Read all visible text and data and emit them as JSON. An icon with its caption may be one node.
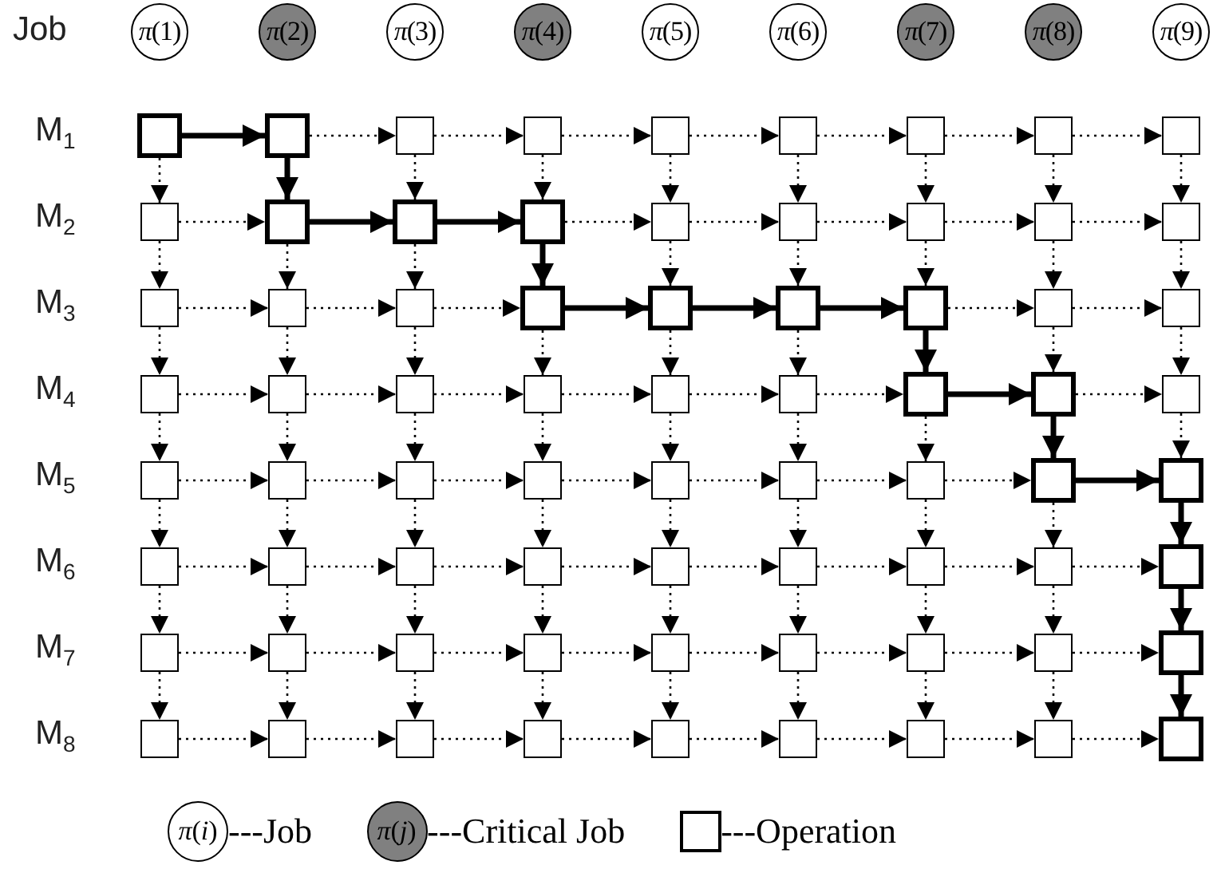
{
  "diagram": {
    "nodes": [
      {
        "text": [
          "*π*(1)"
        ]
      },
      {
        "text": [
          "*π*(2)"
        ]
      },
      {
        "text": [
          "*π*(3)"
        ]
      },
      {
        "text": [
          "*π*(4)"
        ]
      },
      {
        "text": [
          "*π*(5)"
        ]
      },
      {
        "text": [
          "*π*(6)"
        ]
      },
      {
        "text": [
          "*π*(7)"
        ]
      },
      {
        "text": [
          "*π*(8)"
        ]
      },
      {
        "text": [
          "*π*(9)"
        ]
      },
      {
        "text": [],
        "shape": "box"
      },
      {
        "text": [],
        "shape": "box"
      },
      {
        "text": [],
        "shape": "box"
      },
      {
        "text": [],
        "shape": "box"
      },
      {
        "text": [],
        "shape": "box"
      },
      {
        "text": [],
        "shape": "box"
      },
      {
        "text": [],
        "shape": "box"
      },
      {
        "text": [],
        "shape": "box"
      },
      {
        "text": [],
        "shape": "box"
      },
      {
        "text": [],
        "shape": "box"
      },
      {
        "text": [],
        "shape": "box"
      },
      {
        "text": [],
        "shape": "box"
      },
      {
        "text": [],
        "shape": "box"
      },
      {
        "text": [],
        "shape": "box"
      },
      {
        "text": [],
        "shape": "box"
      },
      {
        "text": [],
        "shape": "box"
      },
      {
        "text": [],
        "shape": "box"
      },
      {
        "text": [],
        "shape": "box"
      },
      {
        "text": [],
        "shape": "box"
      },
      {
        "text": [],
        "shape": "box"
      },
      {
        "text": [],
        "shape": "box"
      },
      {
        "text": [],
        "shape": "box"
      },
      {
        "text": [],
        "shape": "box"
      },
      {
        "text": [],
        "shape": "box"
      },
      {
        "text": [],
        "shape": "box"
      },
      {
        "text": [],
        "shape": "box"
      },
      {
        "text": [],
        "shape": "box"
      },
      {
        "text": [],
        "shape": "box"
      },
      {
        "text": [],
        "shape": "box"
      },
      {
        "text": [],
        "shape": "box"
      },
      {
        "text": [],
        "shape": "box"
      },
      {
        "text": [],
        "shape": "box"
      },
      {
        "text": [],
        "shape": "box"
      },
      {
        "text": [],
        "shape": "box"
      },
      {
        "text": [],
        "shape": "box"
      },
      {
        "text": [],
        "shape": "box"
      },
      {
        "text": [],
        "shape": "box"
      },
      {
        "text": [],
        "shape": "box"
      },
      {
        "text": [],
        "shape": "box"
      },
      {
        "text": [],
        "shape": "box"
      },
      {
        "text": [],
        "shape": "box"
      },
      {
        "text": [],
        "shape": "box"
      },
      {
        "text": [],
        "shape": "box"
      },
      {
        "text": [],
        "shape": "box"
      },
      {
        "text": [],
        "shape": "box"
      },
      {
        "text": [],
        "shape": "box"
      },
      {
        "text": [],
        "shape": "box"
      },
      {
        "text": [],
        "shape": "box"
      },
      {
        "text": [],
        "shape": "box"
      },
      {
        "text": [],
        "shape": "box"
      },
      {
        "text": [],
        "shape": "box"
      },
      {
        "text": [],
        "shape": "box"
      },
      {
        "text": [],
        "shape": "box"
      },
      {
        "text": [],
        "shape": "box"
      },
      {
        "text": [],
        "shape": "box"
      },
      {
        "text": [],
        "shape": "box"
      },
      {
        "text": [],
        "shape": "box"
      },
      {
        "text": [],
        "shape": "box"
      },
      {
        "text": [],
        "shape": "box"
      },
      {
        "text": [],
        "shape": "box"
      },
      {
        "text": [],
        "shape": "box"
      },
      {
        "text": [],
        "shape": "box"
      },
      {
        "text": [],
        "shape": "box"
      },
      {
        "text": [],
        "shape": "box"
      },
      {
        "text": [],
        "shape": "box"
      },
      {
        "text": [],
        "shape": "box"
      },
      {
        "text": [],
        "shape": "box"
      },
      {
        "text": [],
        "shape": "box"
      },
      {
        "text": [],
        "shape": "box"
      },
      {
        "text": [],
        "shape": "box"
      },
      {
        "text": [],
        "shape": "box"
      },
      {
        "text": [],
        "shape": "box"
      }
    ],
    "edges": [
      {
        "from": 9,
        "to": 10,
        "arrow": "to",
        "style": "thick"
      },
      {
        "from": 10,
        "to": 11,
        "arrow": "to",
        "style": "dashed"
      },
      {
        "from": 11,
        "to": 12,
        "arrow": "to",
        "style": "dashed"
      },
      {
        "from": 12,
        "to": 13,
        "arrow": "to",
        "style": "dashed"
      },
      {
        "from": 13,
        "to": 14,
        "arrow": "to",
        "style": "dashed"
      },
      {
        "from": 14,
        "to": 15,
        "arrow": "to",
        "style": "dashed"
      },
      {
        "from": 15,
        "to": 16,
        "arrow": "to",
        "style": "dashed"
      },
      {
        "from": 16,
        "to": 17,
        "arrow": "to",
        "style": "dashed"
      },
      {
        "from": 18,
        "to": 19,
        "arrow": "to",
        "style": "dashed"
      },
      {
        "from": 19,
        "to": 20,
        "arrow": "to",
        "style": "thick"
      },
      {
        "from": 20,
        "to": 21,
        "arrow": "to",
        "style": "thick"
      },
      {
        "from": 21,
        "to": 22,
        "arrow": "to",
        "style": "dashed"
      },
      {
        "from": 22,
        "to": 23,
        "arrow": "to",
        "style": "dashed"
      },
      {
        "from": 23,
        "to": 24,
        "arrow": "to",
        "style": "dashed"
      },
      {
        "from": 24,
        "to": 25,
        "arrow": "to",
        "style": "dashed"
      },
      {
        "from": 25,
        "to": 26,
        "arrow": "to",
        "style": "dashed"
      },
      {
        "from": 27,
        "to": 28,
        "arrow": "to",
        "style": "dashed"
      },
      {
        "from": 28,
        "to": 29,
        "arrow": "to",
        "style": "dashed"
      },
      {
        "from": 29,
        "to": 30,
        "arrow": "to",
        "style": "dashed"
      },
      {
        "from": 30,
        "to": 31,
        "arrow": "to",
        "style": "thick"
      },
      {
        "from": 31,
        "to": 32,
        "arrow": "to",
        "style": "thick"
      },
      {
        "from": 32,
        "to": 33,
        "arrow": "to",
        "style": "thick"
      },
      {
        "from": 33,
        "to": 34,
        "arrow": "to",
        "style": "dashed"
      },
      {
        "from": 34,
        "to": 35,
        "arrow": "to",
        "style": "dashed"
      },
      {
        "from": 36,
        "to": 37,
        "arrow": "to",
        "style": "dashed"
      },
      {
        "from": 37,
        "to": 38,
        "arrow": "to",
        "style": "dashed"
      },
      {
        "from": 38,
        "to": 39,
        "arrow": "to",
        "style": "dashed"
      },
      {
        "from": 39,
        "to": 40,
        "arrow": "to",
        "style": "dashed"
      },
      {
        "from": 40,
        "to": 41,
        "arrow": "to",
        "style": "dashed"
      },
      {
        "from": 41,
        "to": 42,
        "arrow": "to",
        "style": "dashed"
      },
      {
        "from": 42,
        "to": 43,
        "arrow": "to",
        "style": "thick"
      },
      {
        "from": 43,
        "to": 44,
        "arrow": "to",
        "style": "dashed"
      },
      {
        "from": 45,
        "to": 46,
        "arrow": "to",
        "style": "dashed"
      },
      {
        "from": 46,
        "to": 47,
        "arrow": "to",
        "style": "dashed"
      },
      {
        "from": 47,
        "to": 48,
        "arrow": "to",
        "style": "dashed"
      },
      {
        "from": 48,
        "to": 49,
        "arrow": "to",
        "style": "dashed"
      },
      {
        "from": 49,
        "to": 50,
        "arrow": "to",
        "style": "dashed"
      },
      {
        "from": 50,
        "to": 51,
        "arrow": "to",
        "style": "dashed"
      },
      {
        "from": 51,
        "to": 52,
        "arrow": "to",
        "style": "dashed"
      },
      {
        "from": 52,
        "to": 53,
        "arrow": "to",
        "style": "thick"
      },
      {
        "from": 54,
        "to": 55,
        "arrow": "to",
        "style": "dashed"
      },
      {
        "from": 55,
        "to": 56,
        "arrow": "to",
        "style": "dashed"
      },
      {
        "from": 56,
        "to": 57,
        "arrow": "to",
        "style": "dashed"
      },
      {
        "from": 57,
        "to": 58,
        "arrow": "to",
        "style": "dashed"
      },
      {
        "from": 58,
        "to": 59,
        "arrow": "to",
        "style": "dashed"
      },
      {
        "from": 59,
        "to": 60,
        "arrow": "to",
        "style": "dashed"
      },
      {
        "from": 60,
        "to": 61,
        "arrow": "to",
        "style": "dashed"
      },
      {
        "from": 61,
        "to": 62,
        "arrow": "to",
        "style": "dashed"
      },
      {
        "from": 63,
        "to": 64,
        "arrow": "to",
        "style": "dashed"
      },
      {
        "from": 64,
        "to": 65,
        "arrow": "to",
        "style": "dashed"
      },
      {
        "from": 65,
        "to": 66,
        "arrow": "to",
        "style": "dashed"
      },
      {
        "from": 66,
        "to": 67,
        "arrow": "to",
        "style": "dashed"
      },
      {
        "from": 67,
        "to": 68,
        "arrow": "to",
        "style": "dashed"
      },
      {
        "from": 68,
        "to": 69,
        "arrow": "to",
        "style": "dashed"
      },
      {
        "from": 69,
        "to": 70,
        "arrow": "to",
        "style": "dashed"
      },
      {
        "from": 70,
        "to": 71,
        "arrow": "to",
        "style": "dashed"
      },
      {
        "from": 72,
        "to": 73,
        "arrow": "to",
        "style": "dashed"
      },
      {
        "from": 73,
        "to": 74,
        "arrow": "to",
        "style": "dashed"
      },
      {
        "from": 74,
        "to": 75,
        "arrow": "to",
        "style": "dashed"
      },
      {
        "from": 75,
        "to": 76,
        "arrow": "to",
        "style": "dashed"
      },
      {
        "from": 76,
        "to": 77,
        "arrow": "to",
        "style": "dashed"
      },
      {
        "from": 77,
        "to": 78,
        "arrow": "to",
        "style": "dashed"
      },
      {
        "from": 78,
        "to": 79,
        "arrow": "to",
        "style": "dashed"
      },
      {
        "from": 79,
        "to": 80,
        "arrow": "to",
        "style": "dashed"
      },
      {
        "from": 9,
        "to": 18,
        "arrow": "to",
        "style": "dashed"
      },
      {
        "from": 18,
        "to": 27,
        "arrow": "to",
        "style": "dashed"
      },
      {
        "from": 27,
        "to": 36,
        "arrow": "to",
        "style": "dashed"
      },
      {
        "from": 36,
        "to": 45,
        "arrow": "to",
        "style": "dashed"
      },
      {
        "from": 45,
        "to": 54,
        "arrow": "to",
        "style": "dashed"
      },
      {
        "from": 54,
        "to": 63,
        "arrow": "to",
        "style": "dashed"
      },
      {
        "from": 63,
        "to": 72,
        "arrow": "to",
        "style": "dashed"
      },
      {
        "from": 10,
        "to": 19,
        "arrow": "to",
        "style": "thick"
      },
      {
        "from": 19,
        "to": 28,
        "arrow": "to",
        "style": "dashed"
      },
      {
        "from": 28,
        "to": 37,
        "arrow": "to",
        "style": "dashed"
      },
      {
        "from": 37,
        "to": 46,
        "arrow": "to",
        "style": "dashed"
      },
      {
        "from": 46,
        "to": 55,
        "arrow": "to",
        "style": "dashed"
      },
      {
        "from": 55,
        "to": 64,
        "arrow": "to",
        "style": "dashed"
      },
      {
        "from": 64,
        "to": 73,
        "arrow": "to",
        "style": "dashed"
      },
      {
        "from": 11,
        "to": 20,
        "arrow": "to",
        "style": "dashed"
      },
      {
        "from": 20,
        "to": 29,
        "arrow": "to",
        "style": "dashed"
      },
      {
        "from": 29,
        "to": 38,
        "arrow": "to",
        "style": "dashed"
      },
      {
        "from": 38,
        "to": 47,
        "arrow": "to",
        "style": "dashed"
      },
      {
        "from": 47,
        "to": 56,
        "arrow": "to",
        "style": "dashed"
      },
      {
        "from": 56,
        "to": 65,
        "arrow": "to",
        "style": "dashed"
      },
      {
        "from": 65,
        "to": 74,
        "arrow": "to",
        "style": "dashed"
      },
      {
        "from": 12,
        "to": 21,
        "arrow": "to",
        "style": "dashed"
      },
      {
        "from": 21,
        "to": 30,
        "arrow": "to",
        "style": "thick"
      },
      {
        "from": 30,
        "to": 39,
        "arrow": "to",
        "style": "dashed"
      },
      {
        "from": 39,
        "to": 48,
        "arrow": "to",
        "style": "dashed"
      },
      {
        "from": 48,
        "to": 57,
        "arrow": "to",
        "style": "dashed"
      },
      {
        "from": 57,
        "to": 66,
        "arrow": "to",
        "style": "dashed"
      },
      {
        "from": 66,
        "to": 75,
        "arrow": "to",
        "style": "dashed"
      },
      {
        "from": 13,
        "to": 22,
        "arrow": "to",
        "style": "dashed"
      },
      {
        "from": 22,
        "to": 31,
        "arrow": "to",
        "style": "dashed"
      },
      {
        "from": 31,
        "to": 40,
        "arrow": "to",
        "style": "dashed"
      },
      {
        "from": 40,
        "to": 49,
        "arrow": "to",
        "style": "dashed"
      },
      {
        "from": 49,
        "to": 58,
        "arrow": "to",
        "style": "dashed"
      },
      {
        "from": 58,
        "to": 67,
        "arrow": "to",
        "style": "dashed"
      },
      {
        "from": 67,
        "to": 76,
        "arrow": "to",
        "style": "dashed"
      },
      {
        "from": 14,
        "to": 23,
        "arrow": "to",
        "style": "dashed"
      },
      {
        "from": 23,
        "to": 32,
        "arrow": "to",
        "style": "dashed"
      },
      {
        "from": 32,
        "to": 41,
        "arrow": "to",
        "style": "dashed"
      },
      {
        "from": 41,
        "to": 50,
        "arrow": "to",
        "style": "dashed"
      },
      {
        "from": 50,
        "to": 59,
        "arrow": "to",
        "style": "dashed"
      },
      {
        "from": 59,
        "to": 68,
        "arrow": "to",
        "style": "dashed"
      },
      {
        "from": 68,
        "to": 77,
        "arrow": "to",
        "style": "dashed"
      },
      {
        "from": 15,
        "to": 24,
        "arrow": "to",
        "style": "dashed"
      },
      {
        "from": 24,
        "to": 33,
        "arrow": "to",
        "style": "dashed"
      },
      {
        "from": 33,
        "to": 42,
        "arrow": "to",
        "style": "thick"
      },
      {
        "from": 42,
        "to": 51,
        "arrow": "to",
        "style": "dashed"
      },
      {
        "from": 51,
        "to": 60,
        "arrow": "to",
        "style": "dashed"
      },
      {
        "from": 60,
        "to": 69,
        "arrow": "to",
        "style": "dashed"
      },
      {
        "from": 69,
        "to": 78,
        "arrow": "to",
        "style": "dashed"
      },
      {
        "from": 16,
        "to": 25,
        "arrow": "to",
        "style": "dashed"
      },
      {
        "from": 25,
        "to": 34,
        "arrow": "to",
        "style": "dashed"
      },
      {
        "from": 34,
        "to": 43,
        "arrow": "to",
        "style": "dashed"
      },
      {
        "from": 43,
        "to": 52,
        "arrow": "to",
        "style": "thick"
      },
      {
        "from": 52,
        "to": 61,
        "arrow": "to",
        "style": "dashed"
      },
      {
        "from": 61,
        "to": 70,
        "arrow": "to",
        "style": "dashed"
      },
      {
        "from": 70,
        "to": 79,
        "arrow": "to",
        "style": "dashed"
      },
      {
        "from": 17,
        "to": 26,
        "arrow": "to",
        "style": "dashed"
      },
      {
        "from": 26,
        "to": 35,
        "arrow": "to",
        "style": "dashed"
      },
      {
        "from": 35,
        "to": 44,
        "arrow": "to",
        "style": "dashed"
      },
      {
        "from": 44,
        "to": 53,
        "arrow": "to",
        "style": "dashed"
      },
      {
        "from": 53,
        "to": 62,
        "arrow": "to",
        "style": "thick"
      },
      {
        "from": 62,
        "to": 71,
        "arrow": "to",
        "style": "thick"
      },
      {
        "from": 71,
        "to": 80,
        "arrow": "to",
        "style": "thick"
      }
    ],
    "labels": [
      "Job",
      "M$_{1}$",
      "M$_{2}$",
      "M$_{3}$",
      "M$_{4}$",
      "M$_{5}$",
      "M$_{6}$",
      "M$_{7}$",
      "M$_{8}$",
      "*π*(*i*)",
      "*π*(*j*)"
    ],
    "legend": [
      {
        "text": "---Job",
        "color": "#ffffff"
      },
      {
        "text": "---Critical Job",
        "color": "#808080"
      },
      {
        "text": "---Operation"
      }
    ]
  }
}
